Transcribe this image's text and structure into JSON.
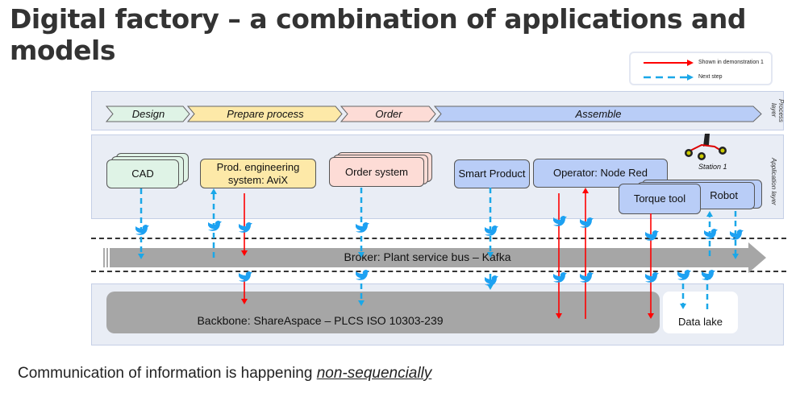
{
  "title": "Digital factory – a combination of applications and models",
  "legend": {
    "solid": "Shown in demonstration 1",
    "dashed": "Next step",
    "solid_color": "#ff0000",
    "dashed_color": "#1aa7e8"
  },
  "process_layer": {
    "label": "Process layer",
    "steps": [
      "Design",
      "Prepare process",
      "Order",
      "Assemble"
    ],
    "colors": [
      "#dff3e6",
      "#fde9a8",
      "#fddcd6",
      "#b9cdf7"
    ]
  },
  "application_layer": {
    "label": "Application layer",
    "apps": [
      "CAD",
      "Prod. engineering system: AviX",
      "Order system",
      "Smart Product",
      "Operator: Node Red",
      "Robot",
      "Torque tool"
    ],
    "station": "Station 1",
    "station_icon": "go-kart-image"
  },
  "broker": {
    "label": "Broker: Plant service bus – Kafka"
  },
  "backbone": {
    "label": "Backbone: ShareAspace – PLCS ISO 10303-239",
    "data_lake": "Data lake"
  },
  "event_icon": "twitter-bird-icon",
  "footer": {
    "text": "Communication of information is happening ",
    "emphasis": "non-sequencially"
  }
}
